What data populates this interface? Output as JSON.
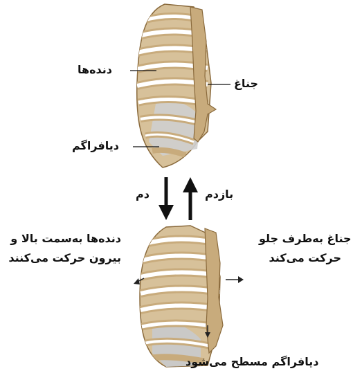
{
  "labels": {
    "ribs": "دنده‌ها",
    "sternum": "جناغ",
    "diaphragm": "دیافراگم",
    "inhale": "دم",
    "exhale": "بازدم",
    "ribs_move_line1": "دنده‌ها به‌سمت بالا و",
    "ribs_move_line2": "بیرون حرکت می‌کنند",
    "sternum_move_line1": "جناغ به‌طرف جلو",
    "sternum_move_line2": "حرکت می‌کند",
    "diaphragm_flat": "دیافراگم مسطح می‌شود"
  },
  "colors": {
    "bone": "#c8ab7c",
    "bone_dark": "#8a6a3c",
    "rib_space": "#ffffff",
    "diaphragm": "#c9c9c9",
    "arrow": "#111111"
  }
}
